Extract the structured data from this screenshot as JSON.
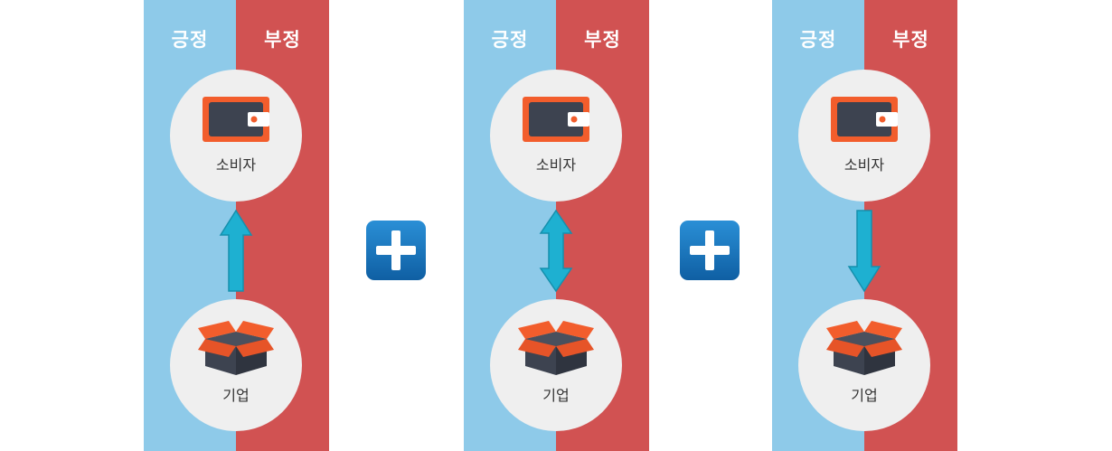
{
  "panels": [
    {
      "positive_label": "긍정",
      "negative_label": "부정",
      "consumer_label": "소비자",
      "company_label": "기업",
      "arrow": "up"
    },
    {
      "positive_label": "긍정",
      "negative_label": "부정",
      "consumer_label": "소비자",
      "company_label": "기업",
      "arrow": "both"
    },
    {
      "positive_label": "긍정",
      "negative_label": "부정",
      "consumer_label": "소비자",
      "company_label": "기업",
      "arrow": "down"
    }
  ],
  "colors": {
    "positive": "#8ecae9",
    "negative": "#d15252",
    "circle": "#efefef",
    "wallet_orange": "#f25d2c",
    "box_dark": "#3d4350",
    "arrow_cyan": "#1eb0d1",
    "plus_blue": "#1470b5"
  },
  "icons": {
    "consumer": "wallet-icon",
    "company": "box-icon",
    "connector": "plus-icon"
  }
}
